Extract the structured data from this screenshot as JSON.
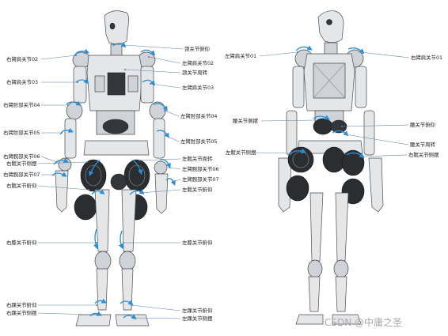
{
  "colors": {
    "leader": "#5a7fa8",
    "arrow": "#2a8fd6",
    "metal": "#e4e6e8",
    "motor": "#2b2e31"
  },
  "front_labels": {
    "left_side": [
      "右臂肩关节02",
      "右臂肩关节03",
      "右臂肘部关节04",
      "右臂肘部关节05",
      "右臂腕部关节06",
      "右髋关节侧摆",
      "右臂腕部关节07",
      "右髋关节俯仰",
      "右膝关节俯仰",
      "右踝关节俯仰",
      "右踝关节侧摆"
    ],
    "right_side": [
      "颈关节俯仰",
      "左臂肩关节02",
      "颈关节周转",
      "左臂肩关节03",
      "左臂肘部关节04",
      "左臂肘部关节05",
      "左髋关节周转",
      "左臂腕部关节06",
      "左臂腕部关节07",
      "左髋关节俯仰",
      "左膝关节俯仰",
      "左踝关节俯仰",
      "左踝关节侧摆"
    ]
  },
  "back_labels": {
    "left_side": [
      "左臂肩关节01",
      "腰关节侧摆",
      "左髋关节侧摆"
    ],
    "right_side": [
      "右臂肩关节01",
      "腰关节俯仰",
      "腰关节周转",
      "右髋关节侧摆"
    ]
  },
  "watermark": "CSDN @中庸之圣"
}
